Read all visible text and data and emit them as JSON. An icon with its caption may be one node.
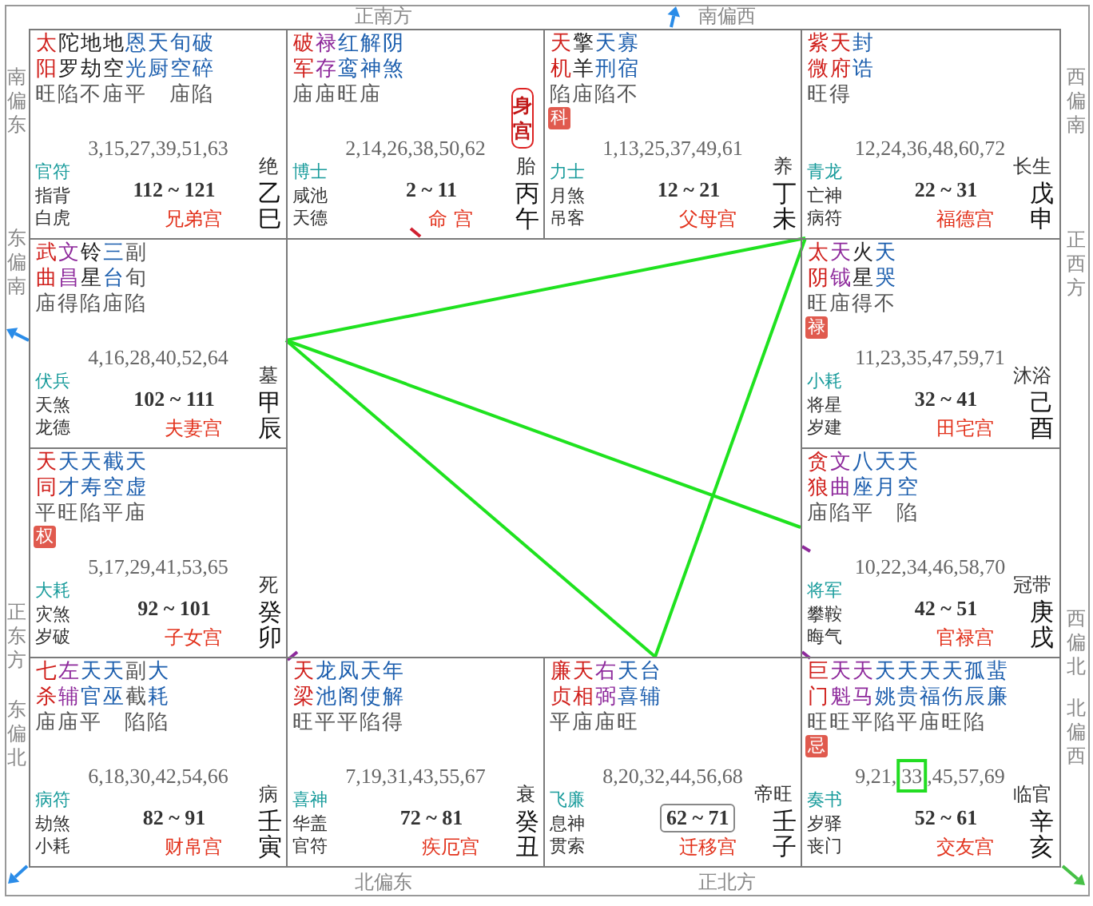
{
  "diagram": {
    "nodes": [
      {
        "text": [
          "太阳",
          "陀罗",
          "地劫",
          "地空",
          "恩光",
          "天厨",
          "旬空",
          "破碎",
          "旺陷不庙平　庙陷",
          "3,15,27,39,51,63",
          "官符",
          "绝",
          "指背",
          "112 ~ 121",
          "乙",
          "白虎",
          "兄弟宫",
          "巳"
        ]
      },
      {
        "text": [
          "破军",
          "禄存",
          "红鸾",
          "解神",
          "阴煞",
          "庙庙旺庙",
          "2,14,26,38,50,62",
          "博士",
          "胎",
          "咸池",
          "2 ~ 11",
          "丙",
          "天德",
          "命 宫",
          "午"
        ]
      },
      {
        "text": [
          "身宫"
        ],
        "in": 1
      },
      {
        "text": [
          "天机",
          "擎羊",
          "天刑",
          "寡宿",
          "陷庙陷不",
          "1,13,25,37,49,61",
          "力士",
          "养",
          "月煞",
          "12 ~ 21",
          "丁",
          "吊客",
          "父母宫",
          "未"
        ]
      },
      {
        "text": [
          "科"
        ],
        "in": 3
      },
      {
        "text": [
          "紫微",
          "天府",
          "封诰",
          "旺得",
          "12,24,36,48,60,72",
          "青龙",
          "长生",
          "亡神",
          "22 ~ 31",
          "戊",
          "病符",
          "福德宫",
          "申"
        ]
      },
      {
        "text": [
          "武曲",
          "文昌",
          "铃星",
          "三台",
          "副旬",
          "庙得陷庙陷",
          "4,16,28,40,52,64",
          "伏兵",
          "墓",
          "天煞",
          "102 ~ 111",
          "甲",
          "龙德",
          "夫妻宫",
          "辰"
        ]
      },
      {
        "text": [
          "太阴",
          "天钺",
          "火星",
          "天哭",
          "旺庙得不",
          "11,23,35,47,59,71",
          "小耗",
          "沐浴",
          "将星",
          "32 ~ 41",
          "己",
          "岁建",
          "田宅宫",
          "酉"
        ]
      },
      {
        "text": [
          "禄"
        ],
        "in": 7
      },
      {
        "text": [
          "天同",
          "天才",
          "天寿",
          "截空",
          "天虚",
          "平旺陷平庙",
          "5,17,29,41,53,65",
          "大耗",
          "死",
          "灾煞",
          "92 ~ 101",
          "癸",
          "岁破",
          "子女宫",
          "卯"
        ]
      },
      {
        "text": [
          "权"
        ],
        "in": 9
      },
      {
        "text": [
          "贪狼",
          "文曲",
          "八座",
          "天月",
          "天空",
          "庙陷平　陷",
          "10,22,34,46,58,70",
          "将军",
          "冠带",
          "攀鞍",
          "42 ~ 51",
          "庚",
          "晦气",
          "官禄宫",
          "戌"
        ]
      },
      {
        "text": [
          "七杀",
          "左辅",
          "天官",
          "天巫",
          "副截",
          "大耗",
          "庙庙平　陷陷",
          "6,18,30,42,54,66",
          "病符",
          "病",
          "劫煞",
          "82 ~ 91",
          "壬",
          "小耗",
          "财帛宫",
          "寅"
        ]
      },
      {
        "text": [
          "天梁",
          "龙池",
          "凤阁",
          "天使",
          "年解",
          "旺平平陷得",
          "7,19,31,43,55,67",
          "喜神",
          "衰",
          "华盖",
          "72 ~ 81",
          "癸",
          "官符",
          "疾厄宫",
          "丑"
        ]
      },
      {
        "text": [
          "廉贞",
          "天相",
          "右弼",
          "天喜",
          "台辅",
          "平庙庙旺",
          "8,20,32,44,56,68",
          "飞廉",
          "帝旺",
          "息神",
          "壬",
          "贯索",
          "迁移宫",
          "子"
        ]
      },
      {
        "text": [
          "62 ~ 71"
        ],
        "in": 14
      },
      {
        "text": [
          "巨门",
          "天魁",
          "天马",
          "天姚",
          "天贵",
          "天福",
          "天伤",
          "孤辰",
          "蜚廉",
          "旺旺平陷平庙旺陷",
          "9,21,33,45,57,69",
          "奏书",
          "临官",
          "岁驿",
          "52 ~ 61",
          "辛",
          "丧门",
          "交友宫",
          "亥"
        ]
      },
      {
        "text": [
          "忌"
        ],
        "in": 16
      }
    ],
    "edges": [
      {
        "from": 6,
        "to": 5,
        "arrow": "none"
      },
      {
        "from": 6,
        "to": 11,
        "arrow": "none"
      },
      {
        "from": 6,
        "to": 14,
        "arrow": "none"
      },
      {
        "from": 5,
        "to": 14,
        "arrow": "none"
      }
    ],
    "labels": [
      "正南方",
      "南偏西",
      "南偏东",
      "西偏南",
      "东偏南",
      "正西方",
      "正东方",
      "西偏北",
      "东偏北",
      "北偏西",
      "北偏东",
      "正北方"
    ]
  }
}
